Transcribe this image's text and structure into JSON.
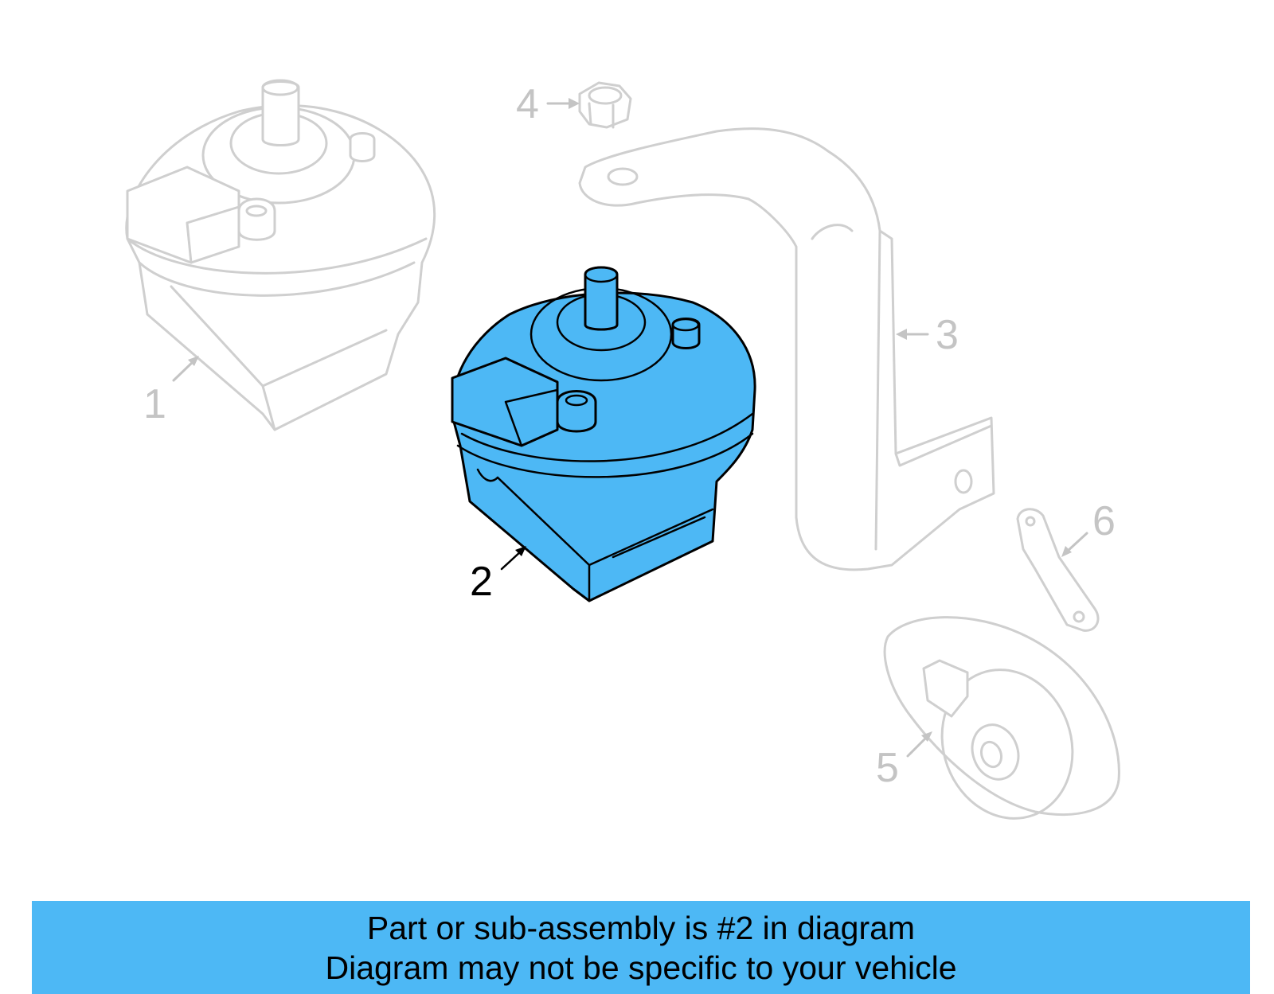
{
  "callouts": [
    {
      "id": "1",
      "label": "1"
    },
    {
      "id": "2",
      "label": "2"
    },
    {
      "id": "3",
      "label": "3"
    },
    {
      "id": "4",
      "label": "4"
    },
    {
      "id": "5",
      "label": "5"
    },
    {
      "id": "6",
      "label": "6"
    }
  ],
  "highlighted_part": "2",
  "colors": {
    "highlight": "#4db8f5",
    "ghost": "#cfcfcf",
    "banner": "#4db8f5"
  },
  "banner": {
    "line1": "Part or sub-assembly is #2 in diagram",
    "line2": "Diagram may not be specific to your vehicle"
  }
}
